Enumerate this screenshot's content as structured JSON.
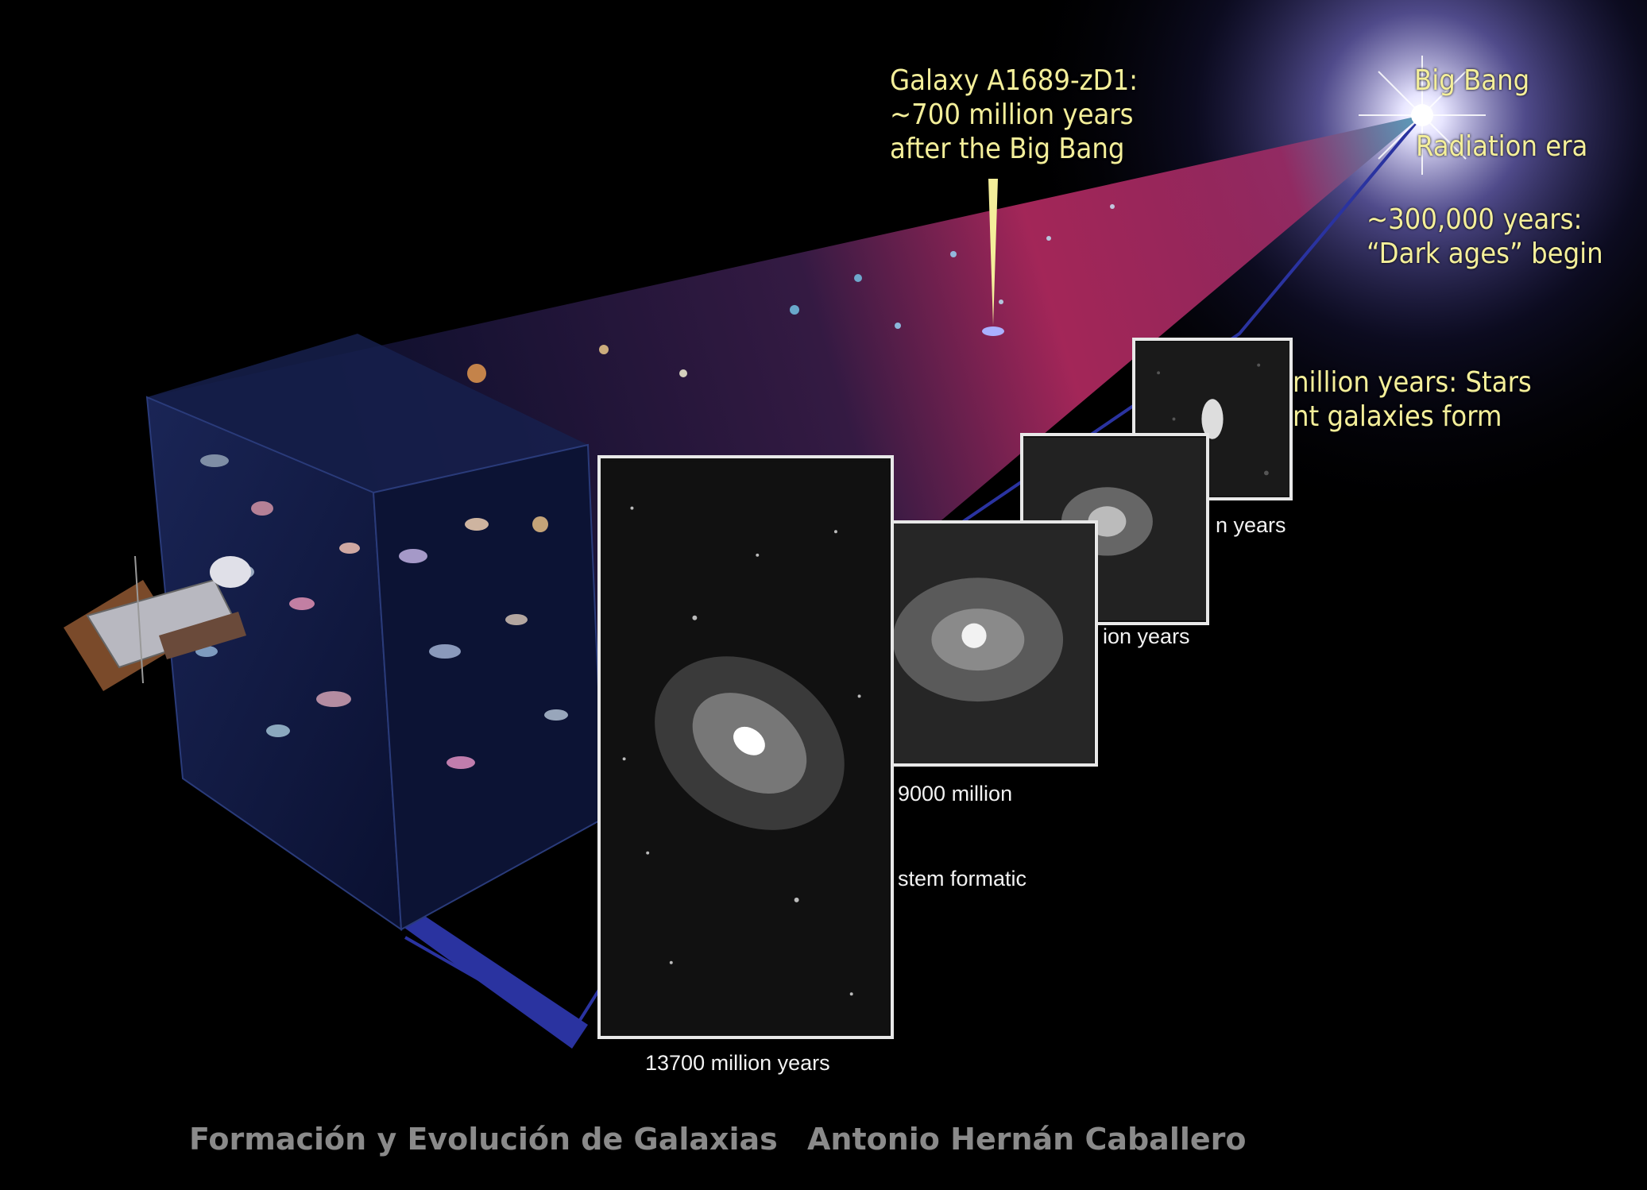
{
  "labels": {
    "galaxy_name": "Galaxy A1689-zD1:",
    "galaxy_age": "~700 million years",
    "galaxy_after": "after the Big Bang",
    "big_bang": "Big Bang",
    "radiation_era": "Radiation era",
    "dark_ages_years": "~300,000 years:",
    "dark_ages_begin": "“Dark ages” begin",
    "stars_form_1": "nillion years:  Stars",
    "stars_form_2": "nt galaxies form",
    "panel4_caption": "n years",
    "panel3_caption": "ion years",
    "panel2_caption": "9000 million",
    "panel2_caption_b": "stem formatic",
    "panel1_caption": "13700 million years"
  },
  "footer": {
    "course_title": "Formación y Evolución de Galaxias",
    "author": "Antonio Hernán Caballero"
  },
  "colors": {
    "background": "#000000",
    "label_yellow": "#f4ef9a",
    "cone_magenta": "#b0205a",
    "cube_blue": "#1a2a6a",
    "footer_gray": "#8a8a8a"
  }
}
